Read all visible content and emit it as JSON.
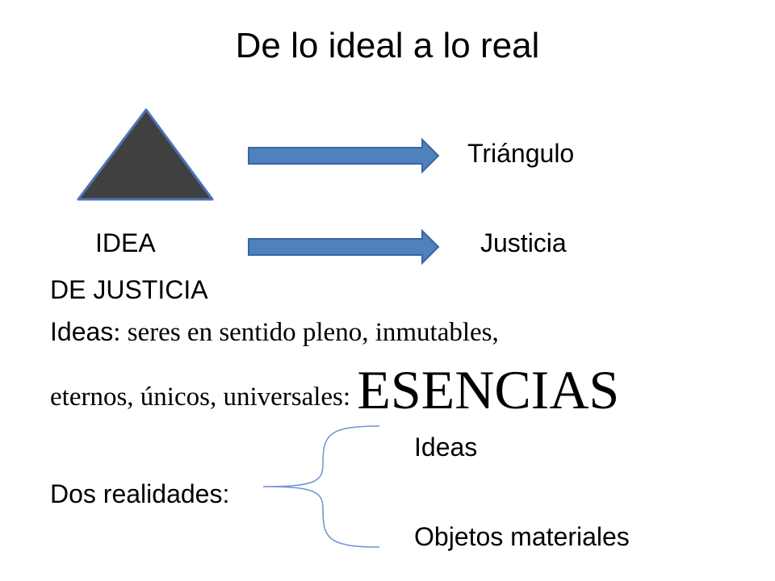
{
  "slide": {
    "title": "De lo ideal a lo real",
    "triangle_label": "Triángulo",
    "idea_label": "IDEA",
    "justicia_label": "Justicia",
    "idea_of_justice_label": "DE JUSTICIA",
    "ideas_line": {
      "lead": "Ideas",
      "text": ": seres en sentido pleno, inmutables,"
    },
    "essence_line": {
      "text": "eternos, únicos, universales: ",
      "emphasis": "ESENCIAS"
    },
    "realities": {
      "label": "Dos realidades:",
      "items": [
        "Ideas",
        "Objetos materiales"
      ]
    }
  },
  "colors": {
    "triangle_fill": "#404040",
    "shape_stroke": "#4a72b8",
    "arrow_fill": "#4f81bd",
    "arrow_stroke": "#3a65a0",
    "bracket_stroke": "#6f94cf"
  }
}
